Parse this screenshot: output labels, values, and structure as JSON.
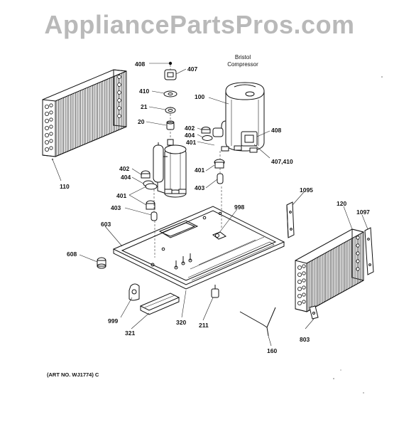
{
  "watermark": {
    "text": "AppliancePartsPros.com",
    "color": "#b9b9b9"
  },
  "compressor_note": {
    "line1": "Bristol",
    "line2": "Compressor"
  },
  "art_number": "(ART NO. WJ1774) C",
  "callouts": {
    "c408_top": "408",
    "c407": "407",
    "c410": "410",
    "c21": "21",
    "c20": "20",
    "c100": "100",
    "c402_right": "402",
    "c404_right": "404",
    "c401_right": "401",
    "c408_right": "408",
    "c407_410": "407,410",
    "c401_mid": "401",
    "c403_mid": "403",
    "c402_left": "402",
    "c404_left": "404",
    "c401_left": "401",
    "c403_left": "403",
    "c110": "110",
    "c998": "998",
    "c603": "603",
    "c608": "608",
    "c999": "999",
    "c321": "321",
    "c320": "320",
    "c211": "211",
    "c160": "160",
    "c803": "803",
    "c1095": "1095",
    "c120": "120",
    "c1097": "1097"
  }
}
